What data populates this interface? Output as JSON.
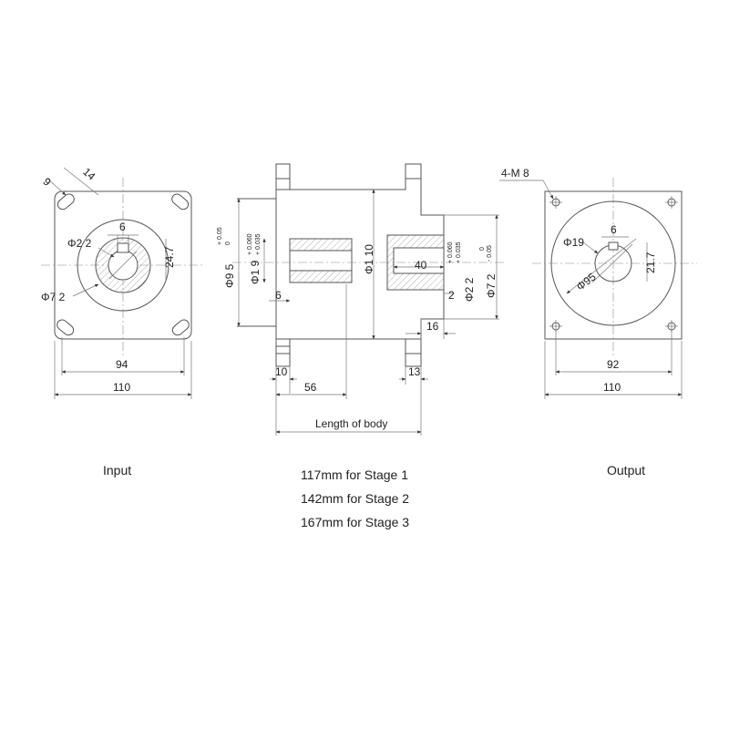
{
  "labels": {
    "input": "Input",
    "output": "Output",
    "length_of_body": "Length of body"
  },
  "stages": [
    "117mm for Stage 1",
    "142mm for Stage 2",
    "167mm for Stage 3"
  ],
  "input_view": {
    "slot_width": "9",
    "slot_length": "14",
    "key_width": "6",
    "bore": "Φ2 2",
    "key_depth": "24.7",
    "pilot": "Φ7 2",
    "bolt_spacing": "94",
    "flange_width": "110"
  },
  "side_view": {
    "flange_dia": "Φ9 5",
    "flange_tol_upper": "+ 0.05",
    "flange_tol_lower": "0",
    "input_bore": "Φ1 9",
    "input_bore_tol_upper": "+ 0.060",
    "input_bore_tol_lower": "+ 0.035",
    "step_6": "6",
    "body_dia": "Φ1 10",
    "bore_depth": "40",
    "output_bore": "Φ2 2",
    "output_bore_tol_upper": "+ 0.060",
    "output_bore_tol_lower": "+ 0.035",
    "step_2": "2",
    "output_pilot": "Φ7 2",
    "output_pilot_tol_upper": "0",
    "output_pilot_tol_lower": "- 0.05",
    "shoulder": "16",
    "left_flange": "10",
    "right_flange": "13",
    "input_length": "56"
  },
  "output_view": {
    "holes": "4-M 8",
    "key_width": "6",
    "bore": "Φ19",
    "key_depth": "21.7",
    "pcd": "Φ95",
    "bolt_spacing": "92",
    "flange_width": "110"
  }
}
